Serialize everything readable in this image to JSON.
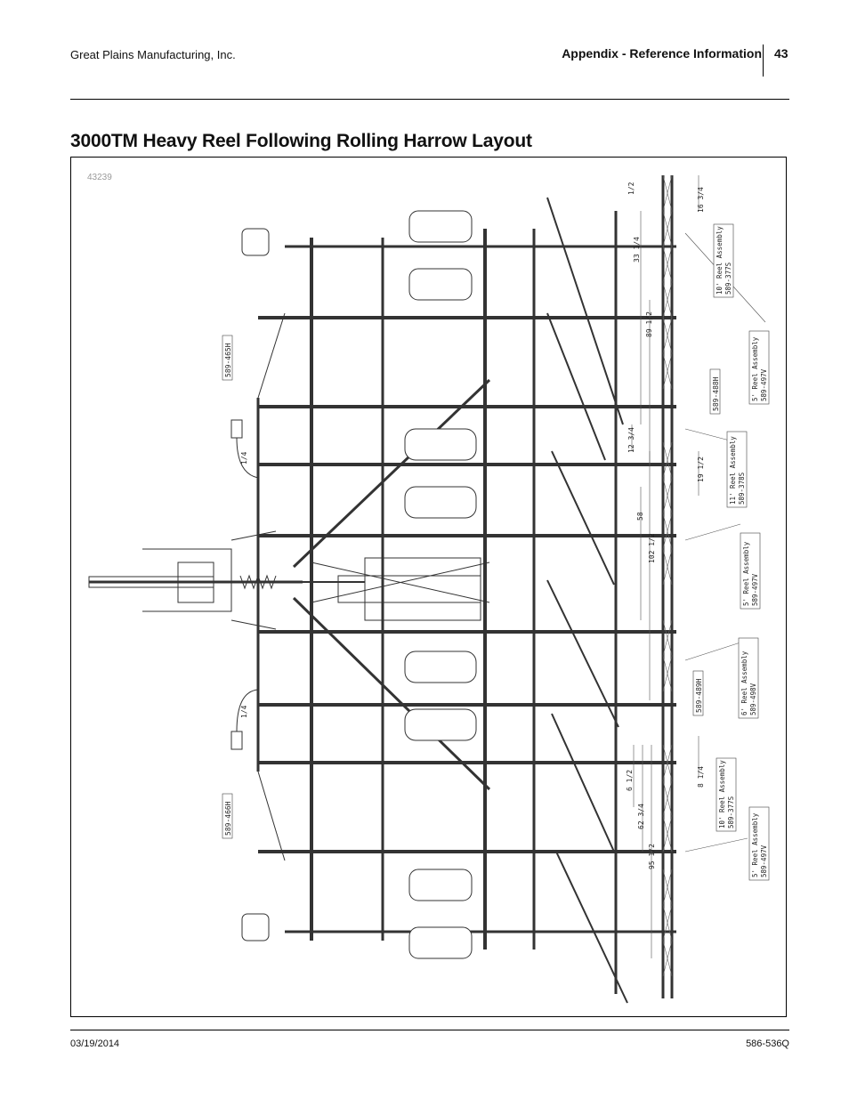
{
  "header": {
    "company": "Great Plains Manufacturing, Inc.",
    "section": "Appendix - Reference Information",
    "page_number": "43"
  },
  "title": "3000TM Heavy Reel Following Rolling Harrow Layout",
  "figure": {
    "number": "43239",
    "dimensions": {
      "d16_3_4": "16 3/4",
      "d33_1_4": "33 1/4",
      "d89_1_2": "89 1/2",
      "d12_3_4": "12 3/4",
      "d19_1_2": "19 1/2",
      "d58": "58",
      "d102_1_2": "102 1/2",
      "d8_1_4": "8 1/4",
      "d6_1_2": "6 1/2",
      "d62_3_4": "62 3/4",
      "d95_1_2": "95 1/2",
      "d1_2": "1/2",
      "d1_4_top": "1/4",
      "d1_4_bottom": "1/4"
    },
    "part_labels": {
      "hose_top": "589-465H",
      "hose_bottom": "589-466H",
      "hose_488": "589-488H",
      "hose_489": "589-489H"
    },
    "reel_labels": [
      {
        "line1": "10' Reel Assembly",
        "line2": "589-377S"
      },
      {
        "line1": "5' Reel Assembly",
        "line2": "589-497V"
      },
      {
        "line1": "11' Reel Assembly",
        "line2": "589-378S"
      },
      {
        "line1": "5' Reel Assembly",
        "line2": "589-497V"
      },
      {
        "line1": "6' Reel Assembly",
        "line2": "589-498V"
      },
      {
        "line1": "10' Reel Assembly",
        "line2": "589-377S"
      },
      {
        "line1": "5' Reel Assembly",
        "line2": "589-497V"
      }
    ]
  },
  "footer": {
    "date": "03/19/2014",
    "doc_number": "586-536Q"
  }
}
